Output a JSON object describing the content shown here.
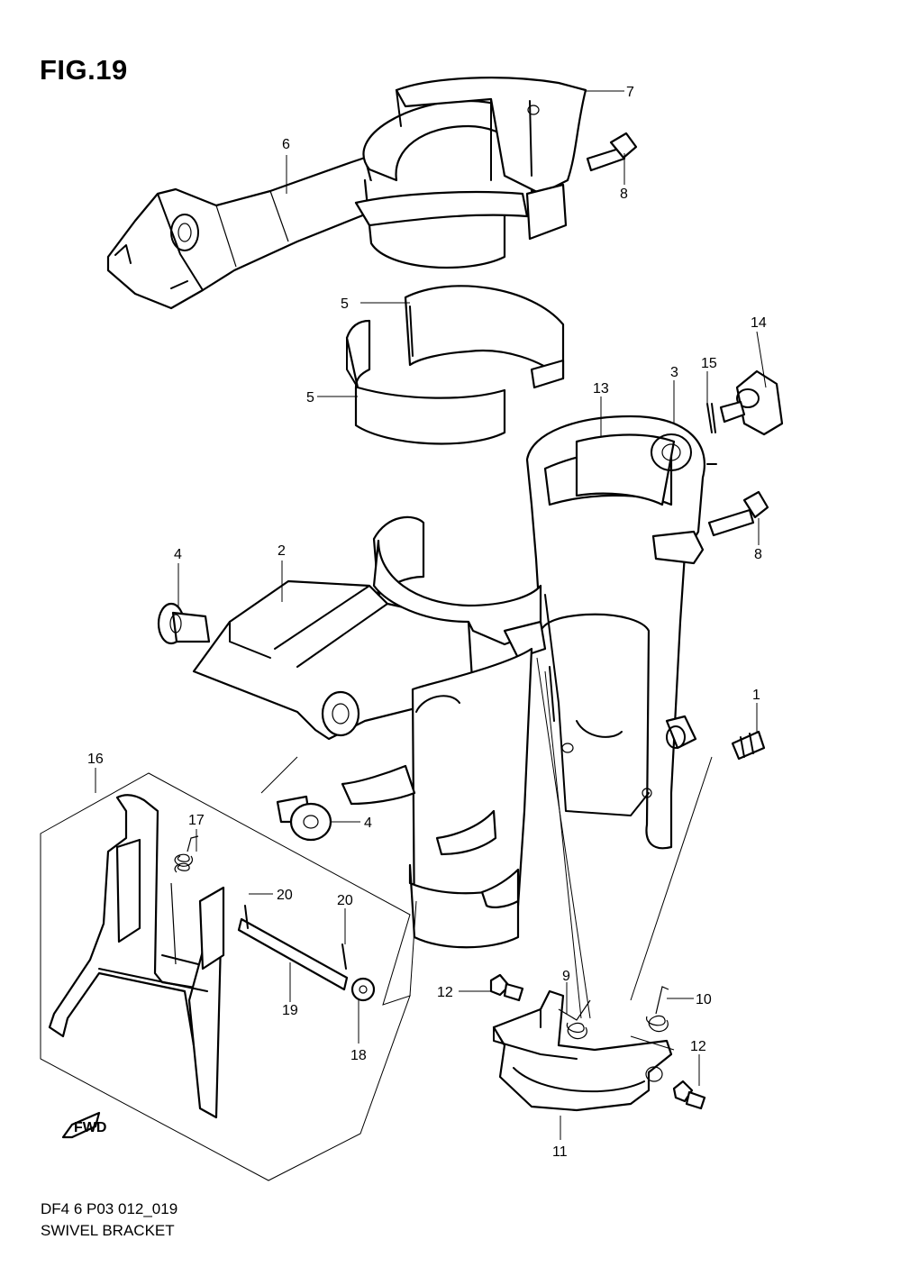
{
  "figure": {
    "title": "FIG.19",
    "model_code": "DF4 6 P03 012_019",
    "name": "SWIVEL BRACKET",
    "fwd_label": "FWD"
  },
  "callouts": [
    "1",
    "2",
    "3",
    "4",
    "4",
    "5",
    "5",
    "6",
    "7",
    "8",
    "8",
    "9",
    "10",
    "11",
    "12",
    "12",
    "13",
    "14",
    "15",
    "16",
    "17",
    "18",
    "19",
    "20",
    "20"
  ]
}
